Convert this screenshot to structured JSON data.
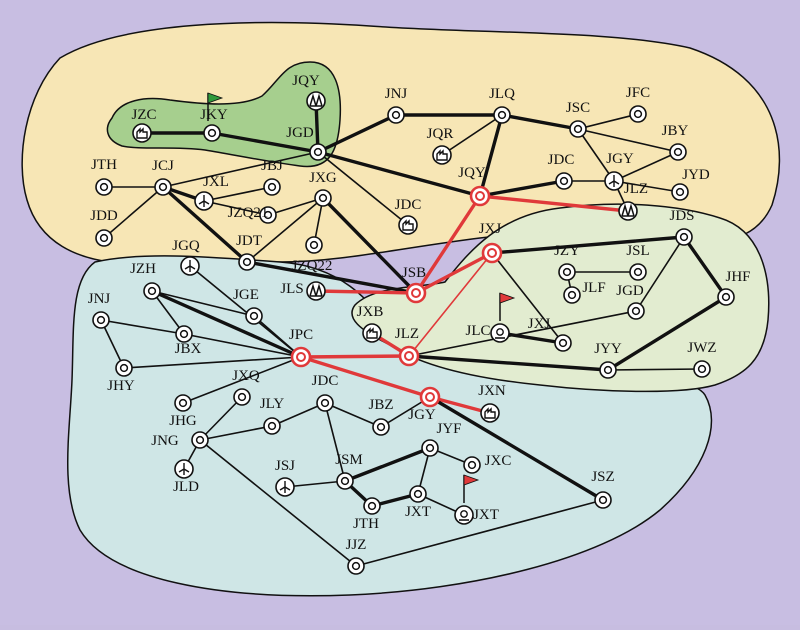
{
  "colors": {
    "background": "#c8bee2",
    "region_north": "#f7e6b5",
    "region_south": "#cfe6e6",
    "region_east": "#e2ecd0",
    "region_northwest": "#a6cf8e",
    "line_black": "#111111",
    "line_red": "#e0393a",
    "flag_green": "#2f9a3c",
    "flag_red": "#e0393a"
  },
  "nodes": [
    {
      "id": "JZC",
      "label": "JZC",
      "type": "factory"
    },
    {
      "id": "JKY",
      "label": "JKY",
      "type": "plain",
      "flag": "green"
    },
    {
      "id": "JQY_n",
      "label": "JQY",
      "type": "plant"
    },
    {
      "id": "JGD_n",
      "label": "JGD",
      "type": "plain"
    },
    {
      "id": "JNJ_n",
      "label": "JNJ",
      "type": "plain"
    },
    {
      "id": "JLQ",
      "label": "JLQ",
      "type": "plain"
    },
    {
      "id": "JSC",
      "label": "JSC",
      "type": "plain"
    },
    {
      "id": "JFC",
      "label": "JFC",
      "type": "plain"
    },
    {
      "id": "JQR",
      "label": "JQR",
      "type": "factory"
    },
    {
      "id": "JBY",
      "label": "JBY",
      "type": "plain"
    },
    {
      "id": "JDC_n",
      "label": "JDC",
      "type": "plain"
    },
    {
      "id": "JGY_n",
      "label": "JGY",
      "type": "wind"
    },
    {
      "id": "JYD",
      "label": "JYD",
      "type": "plain"
    },
    {
      "id": "JTH_n",
      "label": "JTH",
      "type": "plain"
    },
    {
      "id": "JCJ",
      "label": "JCJ",
      "type": "plain"
    },
    {
      "id": "JXL",
      "label": "JXL",
      "type": "wind"
    },
    {
      "id": "JBJ",
      "label": "JBJ",
      "type": "plain"
    },
    {
      "id": "JXG",
      "label": "JXG",
      "type": "plain"
    },
    {
      "id": "JQY_hub",
      "label": "JQY",
      "type": "hub"
    },
    {
      "id": "JLZ_n",
      "label": "JLZ",
      "type": "plant"
    },
    {
      "id": "JDD",
      "label": "JDD",
      "type": "plain"
    },
    {
      "id": "JZQ21",
      "label": "JZQ21",
      "type": "plain"
    },
    {
      "id": "JDC_f",
      "label": "JDC",
      "type": "factory"
    },
    {
      "id": "JDT",
      "label": "JDT",
      "type": "plain"
    },
    {
      "id": "JZQ22",
      "label": "JZQ22",
      "type": "plain"
    },
    {
      "id": "JSB",
      "label": "JSB",
      "type": "hub"
    },
    {
      "id": "JLS",
      "label": "JLS",
      "type": "plant"
    },
    {
      "id": "JXJ_hub",
      "label": "JXJ",
      "type": "hub"
    },
    {
      "id": "JDS",
      "label": "JDS",
      "type": "plain"
    },
    {
      "id": "JZY",
      "label": "JZY",
      "type": "plain"
    },
    {
      "id": "JSL",
      "label": "JSL",
      "type": "plain"
    },
    {
      "id": "JLF",
      "label": "JLF",
      "type": "plain"
    },
    {
      "id": "JGD_e",
      "label": "JGD",
      "type": "plain"
    },
    {
      "id": "JHF",
      "label": "JHF",
      "type": "plain"
    },
    {
      "id": "JXB",
      "label": "JXB",
      "type": "factory"
    },
    {
      "id": "JLC",
      "label": "JLC",
      "type": "station",
      "flag": "red"
    },
    {
      "id": "JXJ_e",
      "label": "JXJ",
      "type": "plain"
    },
    {
      "id": "JLZ_hub",
      "label": "JLZ",
      "type": "hub"
    },
    {
      "id": "JYY",
      "label": "JYY",
      "type": "plain"
    },
    {
      "id": "JWZ",
      "label": "JWZ",
      "type": "plain"
    },
    {
      "id": "JZH",
      "label": "JZH",
      "type": "plain"
    },
    {
      "id": "JGQ",
      "label": "JGQ",
      "type": "wind"
    },
    {
      "id": "JGE",
      "label": "JGE",
      "type": "plain"
    },
    {
      "id": "JNJ_s",
      "label": "JNJ",
      "type": "plain"
    },
    {
      "id": "JBX",
      "label": "JBX",
      "type": "plain"
    },
    {
      "id": "JPC",
      "label": "JPC",
      "type": "hub"
    },
    {
      "id": "JHY",
      "label": "JHY",
      "type": "plain"
    },
    {
      "id": "JXQ",
      "label": "JXQ",
      "type": "plain"
    },
    {
      "id": "JHG",
      "label": "JHG",
      "type": "plain"
    },
    {
      "id": "JLY",
      "label": "JLY",
      "type": "plain"
    },
    {
      "id": "JDC_s",
      "label": "JDC",
      "type": "plain"
    },
    {
      "id": "JBZ",
      "label": "JBZ",
      "type": "plain"
    },
    {
      "id": "JGY_hub",
      "label": "JGY",
      "type": "hub"
    },
    {
      "id": "JXN",
      "label": "JXN",
      "type": "factory"
    },
    {
      "id": "JNG",
      "label": "JNG",
      "type": "plain"
    },
    {
      "id": "JYF",
      "label": "JYF",
      "type": "plain"
    },
    {
      "id": "JLD",
      "label": "JLD",
      "type": "wind"
    },
    {
      "id": "JXC",
      "label": "JXC",
      "type": "plain"
    },
    {
      "id": "JSJ",
      "label": "JSJ",
      "type": "wind"
    },
    {
      "id": "JSM",
      "label": "JSM",
      "type": "plain"
    },
    {
      "id": "JSZ",
      "label": "JSZ",
      "type": "plain"
    },
    {
      "id": "JTH_s",
      "label": "JTH",
      "type": "plain"
    },
    {
      "id": "JXT_n",
      "label": "JXT",
      "type": "plain"
    },
    {
      "id": "JXT_st",
      "label": "JXT",
      "type": "station",
      "flag": "red"
    },
    {
      "id": "JJZ",
      "label": "JJZ",
      "type": "plain"
    }
  ],
  "edges": [
    [
      "JZC",
      "JKY",
      "thick",
      "black"
    ],
    [
      "JKY",
      "JGD_n",
      "thick",
      "black"
    ],
    [
      "JQY_n",
      "JGD_n",
      "thick",
      "black"
    ],
    [
      "JGD_n",
      "JNJ_n",
      "thick",
      "black"
    ],
    [
      "JNJ_n",
      "JLQ",
      "thick",
      "black"
    ],
    [
      "JLQ",
      "JSC",
      "thick",
      "black"
    ],
    [
      "JSC",
      "JFC",
      "thin",
      "black"
    ],
    [
      "JLQ",
      "JQR",
      "thin",
      "black"
    ],
    [
      "JLQ",
      "JQY_hub",
      "thick",
      "black"
    ],
    [
      "JSC",
      "JBY",
      "thin",
      "black"
    ],
    [
      "JSC",
      "JGY_n",
      "thin",
      "black"
    ],
    [
      "JGY_n",
      "JBY",
      "thin",
      "black"
    ],
    [
      "JGY_n",
      "JYD",
      "thin",
      "black"
    ],
    [
      "JGY_n",
      "JLZ_n",
      "thin",
      "black"
    ],
    [
      "JQY_hub",
      "JDC_n",
      "thick",
      "black"
    ],
    [
      "JDC_n",
      "JGY_n",
      "thin",
      "black"
    ],
    [
      "JGD_n",
      "JQY_hub",
      "thick",
      "black"
    ],
    [
      "JGD_n",
      "JDC_f",
      "thin",
      "black"
    ],
    [
      "JTH_n",
      "JCJ",
      "thin",
      "black"
    ],
    [
      "JCJ",
      "JDD",
      "thin",
      "black"
    ],
    [
      "JCJ",
      "JXL",
      "thick",
      "black"
    ],
    [
      "JXL",
      "JBJ",
      "thin",
      "black"
    ],
    [
      "JXL",
      "JZQ21",
      "thin",
      "black"
    ],
    [
      "JZQ21",
      "JXG",
      "thin",
      "black"
    ],
    [
      "JCJ",
      "JGD_n",
      "thin",
      "black"
    ],
    [
      "JCJ",
      "JDT",
      "thick",
      "black"
    ],
    [
      "JDT",
      "JXG",
      "thin",
      "black"
    ],
    [
      "JXG",
      "JZQ22",
      "thin",
      "black"
    ],
    [
      "JXG",
      "JSB",
      "thick",
      "black"
    ],
    [
      "JDT",
      "JSB",
      "thick",
      "black"
    ],
    [
      "JLS",
      "JSB",
      "thick",
      "red"
    ],
    [
      "JSB",
      "JQY_hub",
      "thick",
      "red"
    ],
    [
      "JSB",
      "JXJ_hub",
      "thick",
      "red"
    ],
    [
      "JQY_hub",
      "JLZ_n",
      "thick",
      "red"
    ],
    [
      "JXJ_hub",
      "JLZ_hub",
      "thin",
      "red"
    ],
    [
      "JXJ_hub",
      "JDS",
      "thick",
      "black"
    ],
    [
      "JXJ_hub",
      "JXJ_e",
      "thin",
      "black"
    ],
    [
      "JZY",
      "JSL",
      "thin",
      "black"
    ],
    [
      "JZY",
      "JLF",
      "thin",
      "black"
    ],
    [
      "JDS",
      "JGD_e",
      "thin",
      "black"
    ],
    [
      "JDS",
      "JHF",
      "thick",
      "black"
    ],
    [
      "JHF",
      "JYY",
      "thick",
      "black"
    ],
    [
      "JGD_e",
      "JLZ_hub",
      "thin",
      "black"
    ],
    [
      "JXB",
      "JLZ_hub",
      "thick",
      "red"
    ],
    [
      "JLC",
      "JXJ_e",
      "thick",
      "black"
    ],
    [
      "JLZ_hub",
      "JYY",
      "thick",
      "black"
    ],
    [
      "JYY",
      "JWZ",
      "thin",
      "black"
    ],
    [
      "JPC",
      "JLZ_hub",
      "thick",
      "red"
    ],
    [
      "JPC",
      "JGY_hub",
      "thick",
      "red"
    ],
    [
      "JGY_hub",
      "JXN",
      "thick",
      "red"
    ],
    [
      "JGY_hub",
      "JSZ",
      "thick",
      "black"
    ],
    [
      "JZH",
      "JBX",
      "thin",
      "black"
    ],
    [
      "JZH",
      "JGE",
      "thin",
      "black"
    ],
    [
      "JZH",
      "JPC",
      "thick",
      "black"
    ],
    [
      "JGQ",
      "JPC",
      "thin",
      "black"
    ],
    [
      "JGE",
      "JPC",
      "thin",
      "black"
    ],
    [
      "JNJ_s",
      "JBX",
      "thin",
      "black"
    ],
    [
      "JBX",
      "JPC",
      "thin",
      "black"
    ],
    [
      "JNJ_s",
      "JHY",
      "thin",
      "black"
    ],
    [
      "JHY",
      "JPC",
      "thin",
      "black"
    ],
    [
      "JHG",
      "JPC",
      "thin",
      "black"
    ],
    [
      "JXQ",
      "JNG",
      "thin",
      "black"
    ],
    [
      "JNG",
      "JLY",
      "thin",
      "black"
    ],
    [
      "JLY",
      "JDC_s",
      "thin",
      "black"
    ],
    [
      "JDC_s",
      "JBZ",
      "thin",
      "black"
    ],
    [
      "JBZ",
      "JGY_hub",
      "thin",
      "black"
    ],
    [
      "JNG",
      "JLD",
      "thin",
      "black"
    ],
    [
      "JNG",
      "JJZ",
      "thin",
      "black"
    ],
    [
      "JDC_s",
      "JSM",
      "thin",
      "black"
    ],
    [
      "JSJ",
      "JSM",
      "thin",
      "black"
    ],
    [
      "JSM",
      "JYF",
      "thick",
      "black"
    ],
    [
      "JYF",
      "JXC",
      "thin",
      "black"
    ],
    [
      "JYF",
      "JXT_n",
      "thin",
      "black"
    ],
    [
      "JSM",
      "JTH_s",
      "thick",
      "black"
    ],
    [
      "JTH_s",
      "JXT_n",
      "thick",
      "black"
    ],
    [
      "JXT_n",
      "JXT_st",
      "thin",
      "black"
    ],
    [
      "JJZ",
      "JSZ",
      "thin",
      "black"
    ]
  ]
}
